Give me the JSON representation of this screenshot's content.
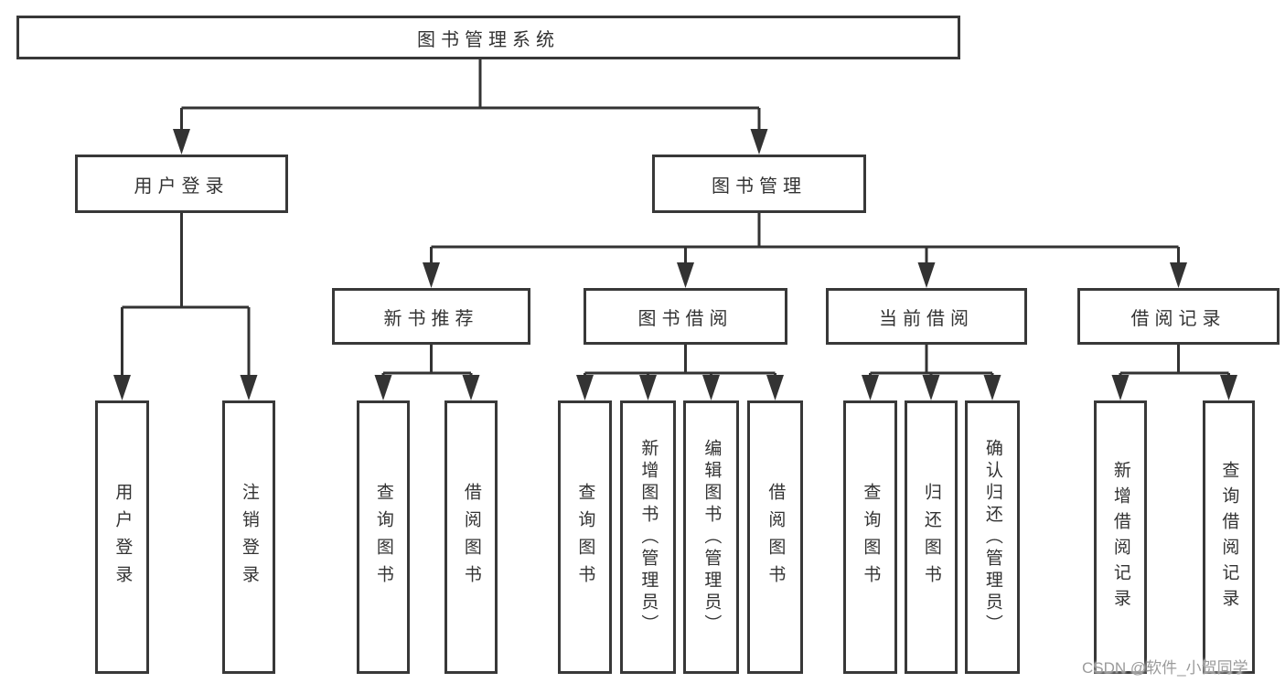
{
  "diagram": {
    "root": {
      "label": "图书管理系统"
    },
    "branches": [
      {
        "label": "用户登录",
        "leaves": [
          "用户登录",
          "注销登录"
        ]
      },
      {
        "label": "图书管理",
        "groups": [
          {
            "label": "新书推荐",
            "leaves": [
              "查询图书",
              "借阅图书"
            ]
          },
          {
            "label": "图书借阅",
            "leaves": [
              "查询图书",
              "新增图书（管理员）",
              "编辑图书（管理员）",
              "借阅图书"
            ]
          },
          {
            "label": "当前借阅",
            "leaves": [
              "查询图书",
              "归还图书",
              "确认归还（管理员）"
            ]
          },
          {
            "label": "借阅记录",
            "leaves": [
              "新增借阅记录",
              "查询借阅记录"
            ]
          }
        ]
      }
    ]
  },
  "watermark": "CSDN @软件_小贺同学",
  "colors": {
    "line": "#333333",
    "box_border": "#383838",
    "text": "#333333",
    "watermark": "#9b9b9b",
    "background": "#ffffff"
  }
}
